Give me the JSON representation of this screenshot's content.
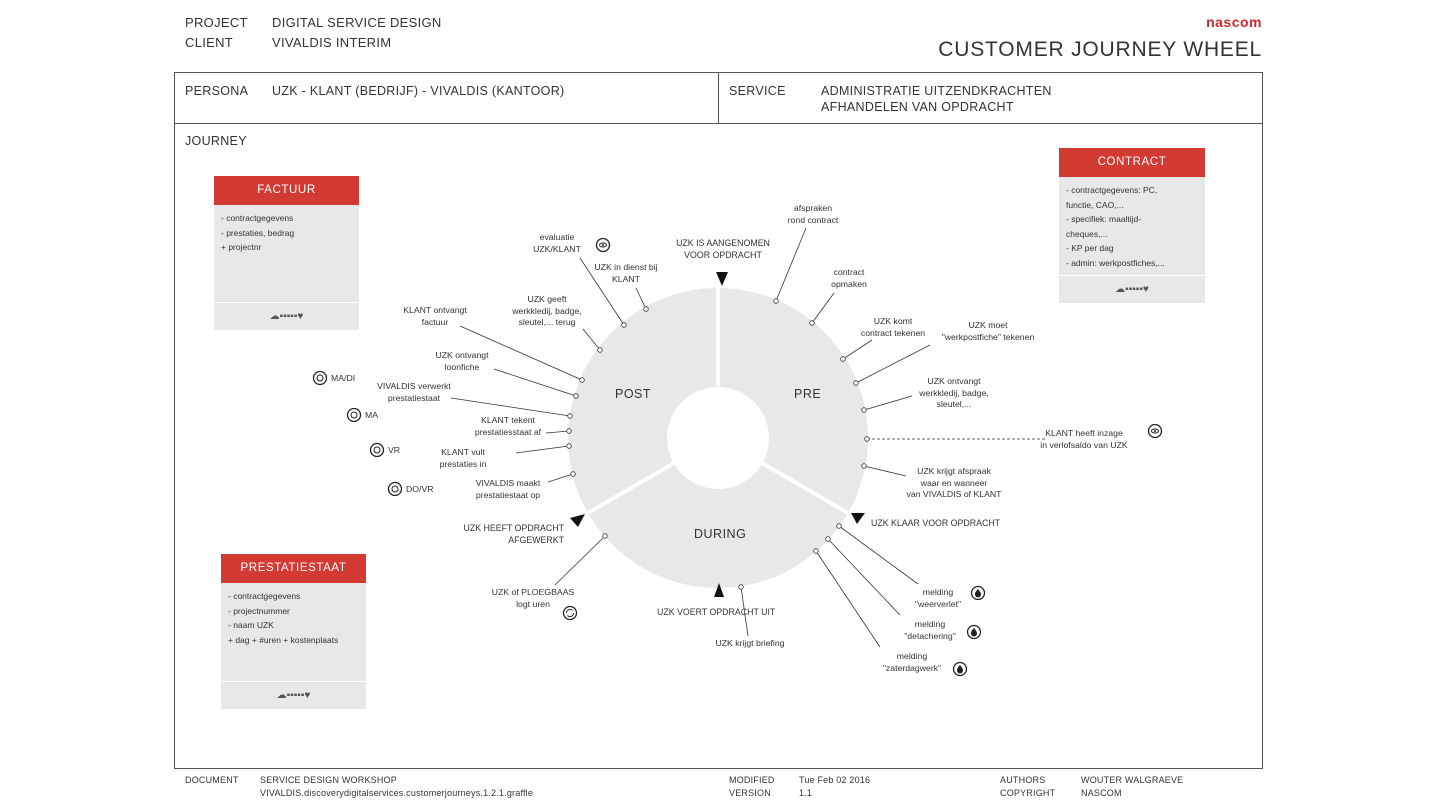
{
  "header": {
    "project_label": "PROJECT",
    "project_value": "DIGITAL SERVICE DESIGN",
    "client_label": "CLIENT",
    "client_value": "VIVALDIS INTERIM",
    "brand": "nascom",
    "title": "CUSTOMER JOURNEY WHEEL"
  },
  "persona": {
    "label": "PERSONA",
    "value": "UZK - KLANT (BEDRIJF) - VIVALDIS (KANTOOR)"
  },
  "service": {
    "label": "SERVICE",
    "line1": "ADMINISTRATIE UITZENDKRACHTEN",
    "line2": "AFHANDELEN VAN OPDRACHT"
  },
  "journey_label": "JOURNEY",
  "cards": {
    "factuur": {
      "title": "FACTUUR",
      "items": [
        "- contractgegevens",
        "- prestaties, bedrag",
        "+ projectnr"
      ],
      "rating": "☁▪▪▪▪▪♥"
    },
    "contract": {
      "title": "CONTRACT",
      "items": [
        "- contractgegevens: PC,",
        "functie, CAO,...",
        "- specifiek: maaltijd-",
        "cheques,...",
        "- KP per dag",
        "- admin: werkpostfiches,..."
      ],
      "rating": "☁▪▪▪▪▪♥"
    },
    "prestatiestaat": {
      "title": "PRESTATIESTAAT",
      "items": [
        "- contractgegevens",
        "- projectnummer",
        "- naam UZK",
        "+ dag + #uren + kostenplaats"
      ],
      "rating": "☁▪▪▪▪▪♥"
    }
  },
  "wheel": {
    "phases": {
      "pre": "PRE",
      "during": "DURING",
      "post": "POST"
    },
    "milestones": {
      "aangenomen": [
        "UZK IS AANGENOMEN",
        "VOOR OPDRACHT"
      ],
      "klaar": [
        "UZK KLAAR VOOR OPDRACHT"
      ],
      "voert_uit": [
        "UZK VOERT OPDRACHT UIT"
      ],
      "afgewerkt": [
        "UZK HEEFT OPDRACHT",
        "AFGEWERKT"
      ]
    },
    "steps": {
      "afspraken": [
        "afspraken",
        "rond contract"
      ],
      "contract_opmaken": [
        "contract",
        "opmaken"
      ],
      "komt_tekenen": [
        "UZK komt",
        "contract tekenen"
      ],
      "werkpostfiche": [
        "UZK moet",
        "\"werkpostfiche\" tekenen"
      ],
      "ontvangt_werkkledij": [
        "UZK ontvangt",
        "werkkledij, badge,",
        "sleutel,..."
      ],
      "inzage": [
        "KLANT heeft inzage",
        "in verlofsaldo van UZK"
      ],
      "ofspraak": [
        "UZK krijgt afspraak",
        "waar en wanneer",
        "van VIVALDIS of KLANT"
      ],
      "weerverlet": [
        "melding",
        "\"weerverlet\""
      ],
      "detachering": [
        "melding",
        "\"detachering\""
      ],
      "zaterdagwerk": [
        "melding",
        "\"zaterdagwerk\""
      ],
      "briefing": [
        "UZK krijgt briefing"
      ],
      "logt_uren": [
        "UZK of PLOEGBAAS",
        "logt uren"
      ],
      "maakt_prestatiestaat": [
        "VIVALDIS maakt",
        "prestatiestaat op"
      ],
      "vult_prestaties": [
        "KLANT vult",
        "prestaties in"
      ],
      "tekent_prestatiestaat": [
        "KLANT tekent",
        "prestatiesstaat af"
      ],
      "verwerkt": [
        "VIVALDIS verwerkt",
        "prestatiestaat"
      ],
      "loonfiche": [
        "UZK ontvangt",
        "loonfiche"
      ],
      "factuur_ontvangt": [
        "KLANT ontvangt",
        "factuur"
      ],
      "geeft_terug": [
        "UZK geeft",
        "werkkledij, badge,",
        "sleutel,... terug"
      ],
      "in_dienst": [
        "UZK in dienst bij",
        "KLANT"
      ],
      "evaluatie": [
        "evaluatie",
        "UZK/KLANT"
      ]
    },
    "days": {
      "madi": "MA/DI",
      "ma": "MA",
      "vr": "VR",
      "dovr": "DO/VR"
    }
  },
  "footer": {
    "document_label": "DOCUMENT",
    "document_value1": "SERVICE DESIGN WORKSHOP",
    "document_value2": "VIVALDIS.discoverydigitalservices.customerjourneys.1.2.1.graffle",
    "modified_label": "MODIFIED",
    "modified_value": "Tue Feb 02 2016",
    "version_label": "VERSION",
    "version_value": "1.1",
    "authors_label": "AUTHORS",
    "authors_value": "WOUTER WALGRAEVE",
    "copyright_label": "COPYRIGHT",
    "copyright_value": "NASCOM"
  },
  "colors": {
    "accent": "#d23a33",
    "wheel": "#e8e8e8",
    "frame": "#555555"
  }
}
